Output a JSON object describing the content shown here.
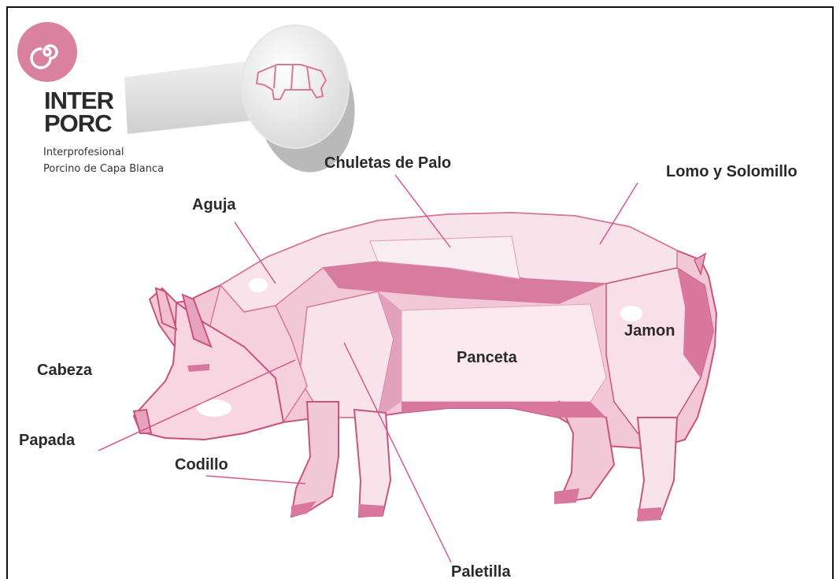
{
  "logo": {
    "name_line1": "INTER",
    "name_line2": "PORC",
    "subtitle_line1": "Interprofesional",
    "subtitle_line2": "Porcino de Capa Blanca",
    "icon": "spiral-icon",
    "brand_color": "#d9819e"
  },
  "colors": {
    "pig_light": "#f7dce5",
    "pig_mid": "#eeb3c6",
    "pig_dark": "#d9789c",
    "pig_outline": "#c9547f",
    "leader_line": "#d94f88"
  },
  "cuts": {
    "chuletas_de_palo": "Chuletas de Palo",
    "lomo_y_solomillo": "Lomo y Solomillo",
    "aguja": "Aguja",
    "jamon": "Jamon",
    "panceta": "Panceta",
    "cabeza": "Cabeza",
    "papada": "Papada",
    "codillo": "Codillo",
    "paletilla": "Paletilla"
  }
}
